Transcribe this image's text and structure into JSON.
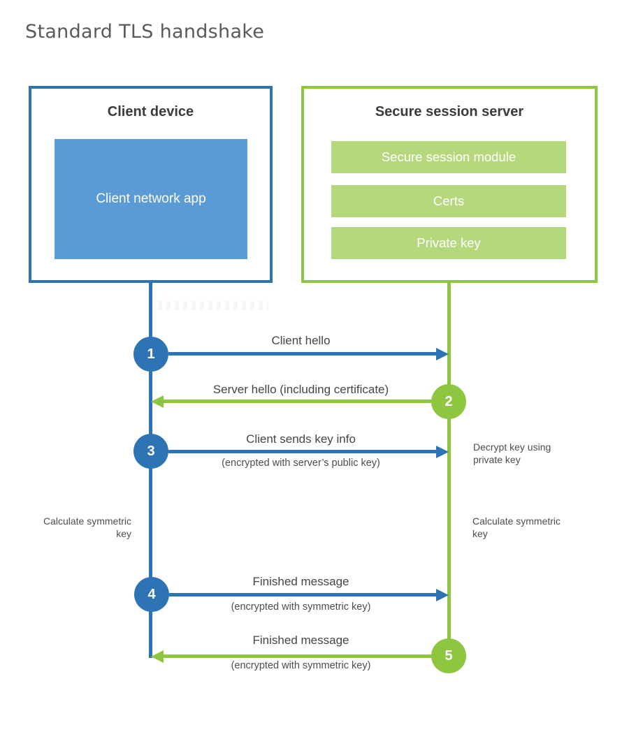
{
  "title": "Standard TLS handshake",
  "client": {
    "title": "Client device",
    "app_label": "Client network app"
  },
  "server": {
    "title": "Secure session server",
    "modules": [
      "Secure session module",
      "Certs",
      "Private key"
    ]
  },
  "steps": [
    {
      "num": "1",
      "label": "Client hello",
      "direction": "client-to-server"
    },
    {
      "num": "2",
      "label": "Server hello (including certificate)",
      "direction": "server-to-client"
    },
    {
      "num": "3",
      "label": "Client sends key info",
      "sublabel": "(encrypted with server’s public key)",
      "direction": "client-to-server"
    },
    {
      "num": "4",
      "label": "Finished message",
      "sublabel": "(encrypted with symmetric key)",
      "direction": "client-to-server"
    },
    {
      "num": "5",
      "label": "Finished message",
      "sublabel": "(encrypted with symmetric key)",
      "direction": "server-to-client"
    }
  ],
  "notes": {
    "decrypt": "Decrypt key using private key",
    "calc_left": "Calculate symmetric key",
    "calc_right": "Calculate symmetric key"
  },
  "colors": {
    "blue": "#2e74b5",
    "blue_fill": "#5b9bd5",
    "green": "#8fc640",
    "green_fill": "#b5d87d",
    "text_dark": "#3b3b3b",
    "text_label": "#454545",
    "text_note": "#4d4d4d",
    "title_gray": "#5a5a5a"
  }
}
